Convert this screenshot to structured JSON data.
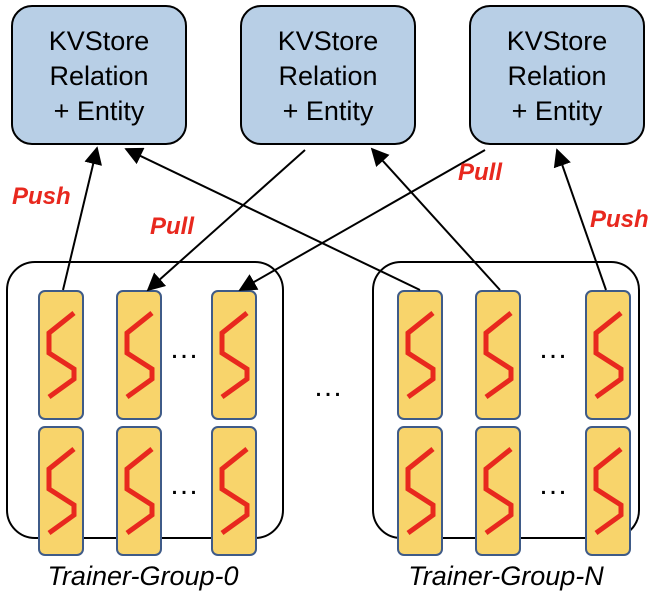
{
  "colors": {
    "kvstore_fill": "#b8cfe6",
    "gpu_fill": "#f8d46b",
    "gpu_stroke": "#3f5b88",
    "zigzag": "#e8281e",
    "label": "#e8281e"
  },
  "kvstores": [
    {
      "line1": "KVStore",
      "line2": "Relation",
      "line3": "+ Entity"
    },
    {
      "line1": "KVStore",
      "line2": "Relation",
      "line3": "+ Entity"
    },
    {
      "line1": "KVStore",
      "line2": "Relation",
      "line3": "+ Entity"
    }
  ],
  "edge_labels": {
    "push_left": "Push",
    "pull_left": "Pull",
    "pull_right": "Pull",
    "push_right": "Push"
  },
  "groups": [
    {
      "label": "Trainer-Group-0",
      "rows": 2,
      "cols": 3,
      "ellipsis": "…"
    },
    {
      "label": "Trainer-Group-N",
      "rows": 2,
      "cols": 3,
      "ellipsis": "…"
    }
  ],
  "between_groups_ellipsis": "…",
  "icons": {
    "worker": "zigzag-icon"
  }
}
